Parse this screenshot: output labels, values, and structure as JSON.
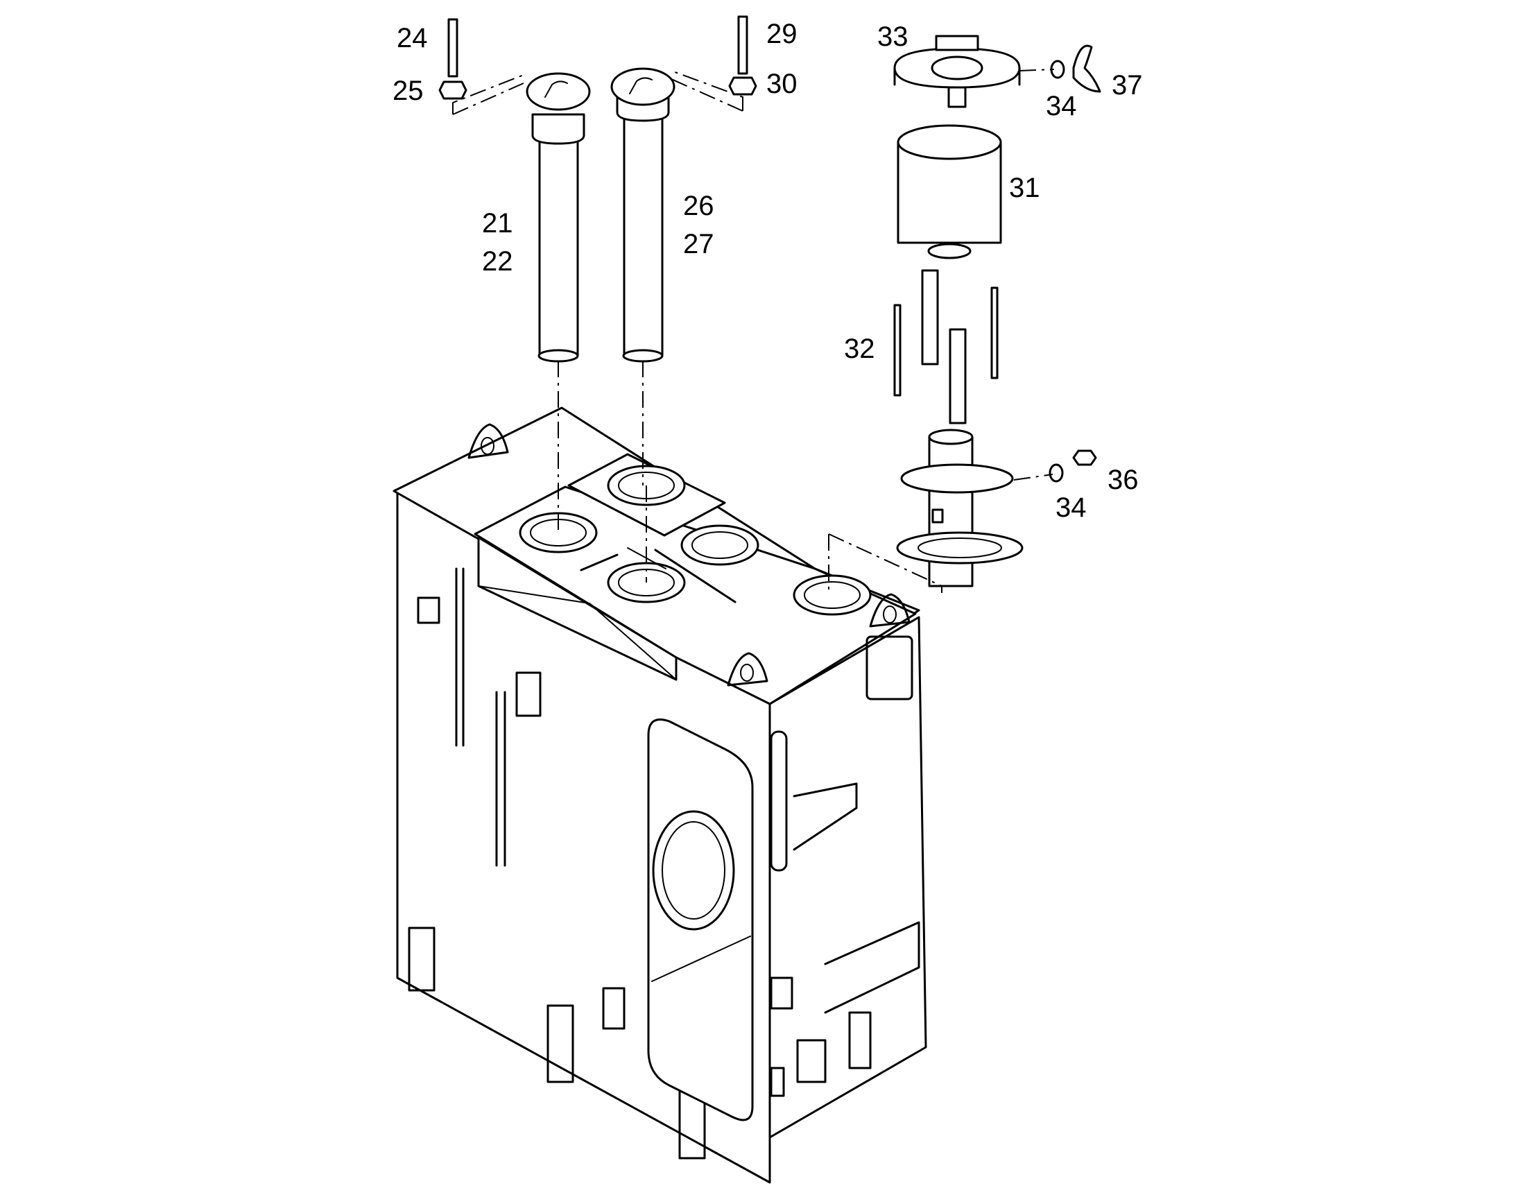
{
  "labels": {
    "l21": "21",
    "l22": "22",
    "l24": "24",
    "l25": "25",
    "l26": "26",
    "l27": "27",
    "l29": "29",
    "l30": "30",
    "l31": "31",
    "l32": "32",
    "l33": "33",
    "l34a": "34",
    "l34b": "34",
    "l36": "36",
    "l37": "37"
  },
  "colors": {
    "line": "#000000",
    "background": "#ffffff"
  }
}
